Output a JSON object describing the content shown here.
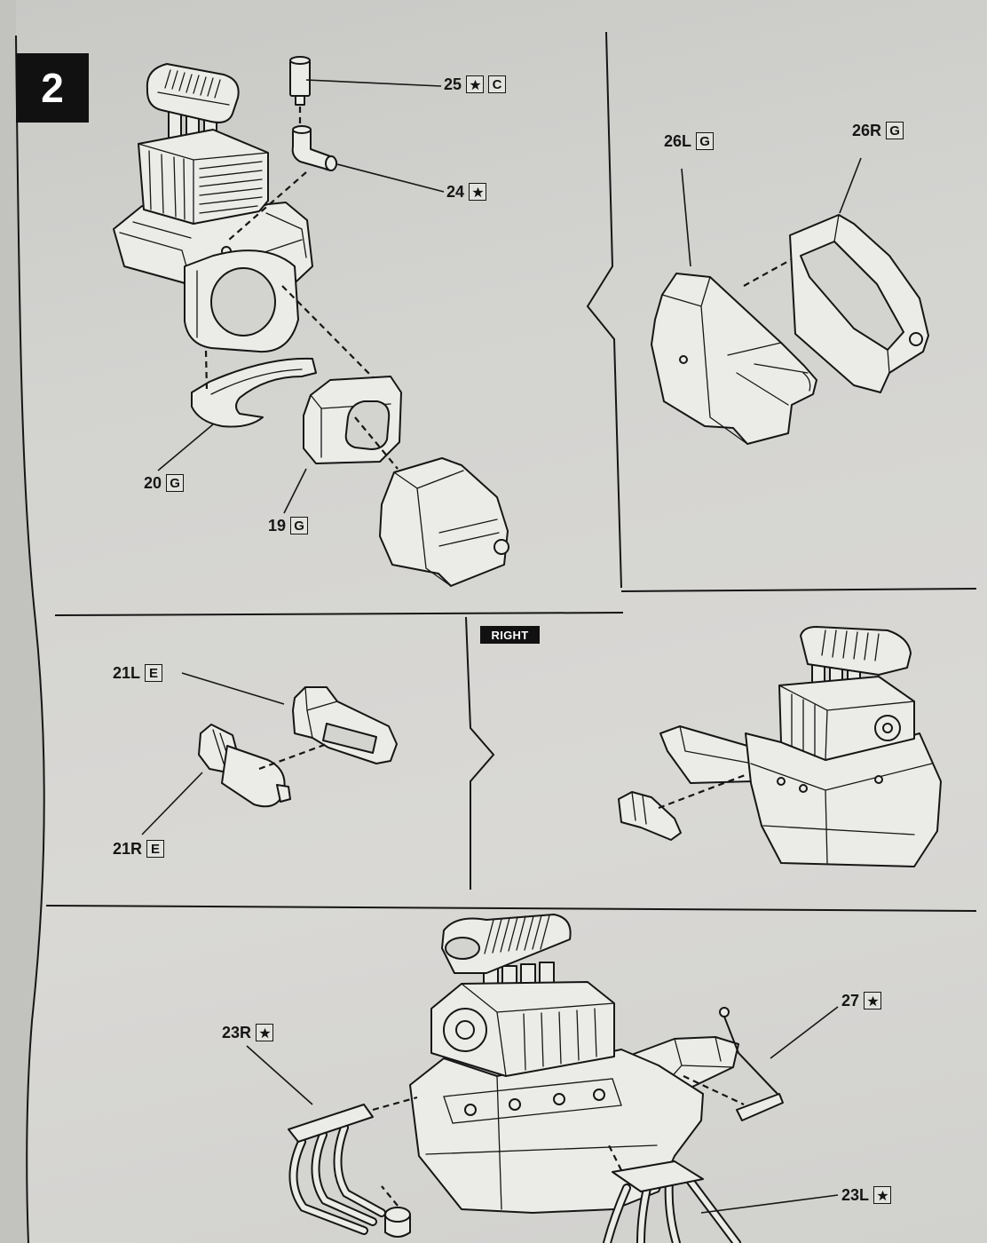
{
  "step": {
    "number": "2"
  },
  "view_badge": {
    "label": "RIGHT"
  },
  "icons": {
    "marker": "star-icon"
  },
  "callouts": {
    "part_25": {
      "number": "25",
      "marker": "star-icon",
      "code": "C"
    },
    "part_24": {
      "number": "24",
      "marker": "star-icon"
    },
    "part_20": {
      "number": "20",
      "code": "G"
    },
    "part_19": {
      "number": "19",
      "code": "G"
    },
    "part_26l": {
      "number": "26L",
      "code": "G"
    },
    "part_26r": {
      "number": "26R",
      "code": "G"
    },
    "part_21l": {
      "number": "21L",
      "code": "E"
    },
    "part_21r": {
      "number": "21R",
      "code": "E"
    },
    "part_23r": {
      "number": "23R",
      "marker": "star-icon"
    },
    "part_27": {
      "number": "27",
      "marker": "star-icon"
    },
    "part_23l": {
      "number": "23L",
      "marker": "star-icon"
    }
  },
  "colors": {
    "paper": "#d3d3d0",
    "ink": "#161616",
    "part_fill": "#ebebe8",
    "badge_bg": "#111111",
    "badge_text": "#ffffff"
  }
}
